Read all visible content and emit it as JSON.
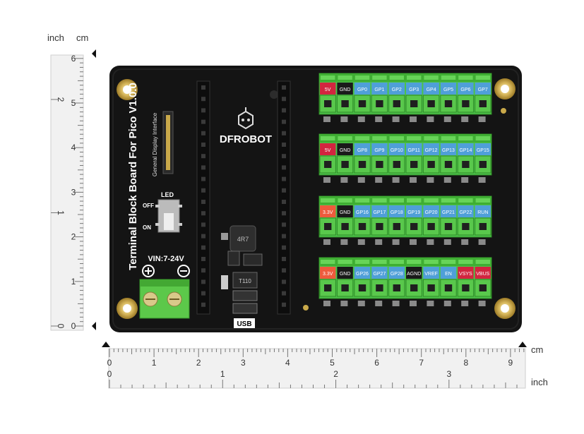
{
  "rulers": {
    "vertical": {
      "unit_left": "inch",
      "unit_right": "cm",
      "cm_ticks": [
        "6",
        "5",
        "4",
        "3",
        "2",
        "1",
        "0"
      ],
      "inch_ticks": [
        "2",
        "1",
        "0"
      ]
    },
    "horizontal": {
      "unit_top": "cm",
      "unit_bottom": "inch",
      "cm_ticks": [
        "0",
        "1",
        "2",
        "3",
        "4",
        "5",
        "6",
        "7",
        "8",
        "9"
      ],
      "inch_ticks": [
        "0",
        "1",
        "2",
        "3"
      ]
    }
  },
  "board": {
    "title": "Terminal Block Board For Pico V1.0.0",
    "brand": "DFROBOT",
    "display_label": "General Display Interface",
    "led_label": "LED",
    "led_off": "OFF",
    "led_on": "ON",
    "vin_label": "VIN:7-24V",
    "plus": "+",
    "minus": "−",
    "usb_label": "USB",
    "inductor_label": "4R7",
    "chip_label": "T110",
    "colors": {
      "red": "#d2253f",
      "black": "#1a1a1a",
      "blue": "#4f9fd8",
      "orange": "#ee5a3c",
      "green": "#4cc24a"
    }
  },
  "terminal_rows": [
    {
      "pins": [
        {
          "t": "5V",
          "c": "red"
        },
        {
          "t": "GND",
          "c": "black"
        },
        {
          "t": "GP0",
          "c": "blue"
        },
        {
          "t": "GP1",
          "c": "blue"
        },
        {
          "t": "GP2",
          "c": "blue"
        },
        {
          "t": "GP3",
          "c": "blue"
        },
        {
          "t": "GP4",
          "c": "blue"
        },
        {
          "t": "GP5",
          "c": "blue"
        },
        {
          "t": "GP6",
          "c": "blue"
        },
        {
          "t": "GP7",
          "c": "blue"
        }
      ]
    },
    {
      "pins": [
        {
          "t": "5V",
          "c": "red"
        },
        {
          "t": "GND",
          "c": "black"
        },
        {
          "t": "GP8",
          "c": "blue"
        },
        {
          "t": "GP9",
          "c": "blue"
        },
        {
          "t": "GP10",
          "c": "blue"
        },
        {
          "t": "GP11",
          "c": "blue"
        },
        {
          "t": "GP12",
          "c": "blue"
        },
        {
          "t": "GP13",
          "c": "blue"
        },
        {
          "t": "GP14",
          "c": "blue"
        },
        {
          "t": "GP15",
          "c": "blue"
        }
      ]
    },
    {
      "pins": [
        {
          "t": "3.3V",
          "c": "orange"
        },
        {
          "t": "GND",
          "c": "black"
        },
        {
          "t": "GP16",
          "c": "blue"
        },
        {
          "t": "GP17",
          "c": "blue"
        },
        {
          "t": "GP18",
          "c": "blue"
        },
        {
          "t": "GP19",
          "c": "blue"
        },
        {
          "t": "GP20",
          "c": "blue"
        },
        {
          "t": "GP21",
          "c": "blue"
        },
        {
          "t": "GP22",
          "c": "blue"
        },
        {
          "t": "RUN",
          "c": "blue"
        }
      ]
    },
    {
      "pins": [
        {
          "t": "3.3V",
          "c": "orange"
        },
        {
          "t": "GND",
          "c": "black"
        },
        {
          "t": "GP26",
          "c": "blue"
        },
        {
          "t": "GP27",
          "c": "blue"
        },
        {
          "t": "GP28",
          "c": "blue"
        },
        {
          "t": "AGND",
          "c": "black"
        },
        {
          "t": "VREF",
          "c": "blue"
        },
        {
          "t": "EN",
          "c": "blue"
        },
        {
          "t": "VSYS",
          "c": "red"
        },
        {
          "t": "VBUS",
          "c": "red"
        }
      ]
    }
  ]
}
